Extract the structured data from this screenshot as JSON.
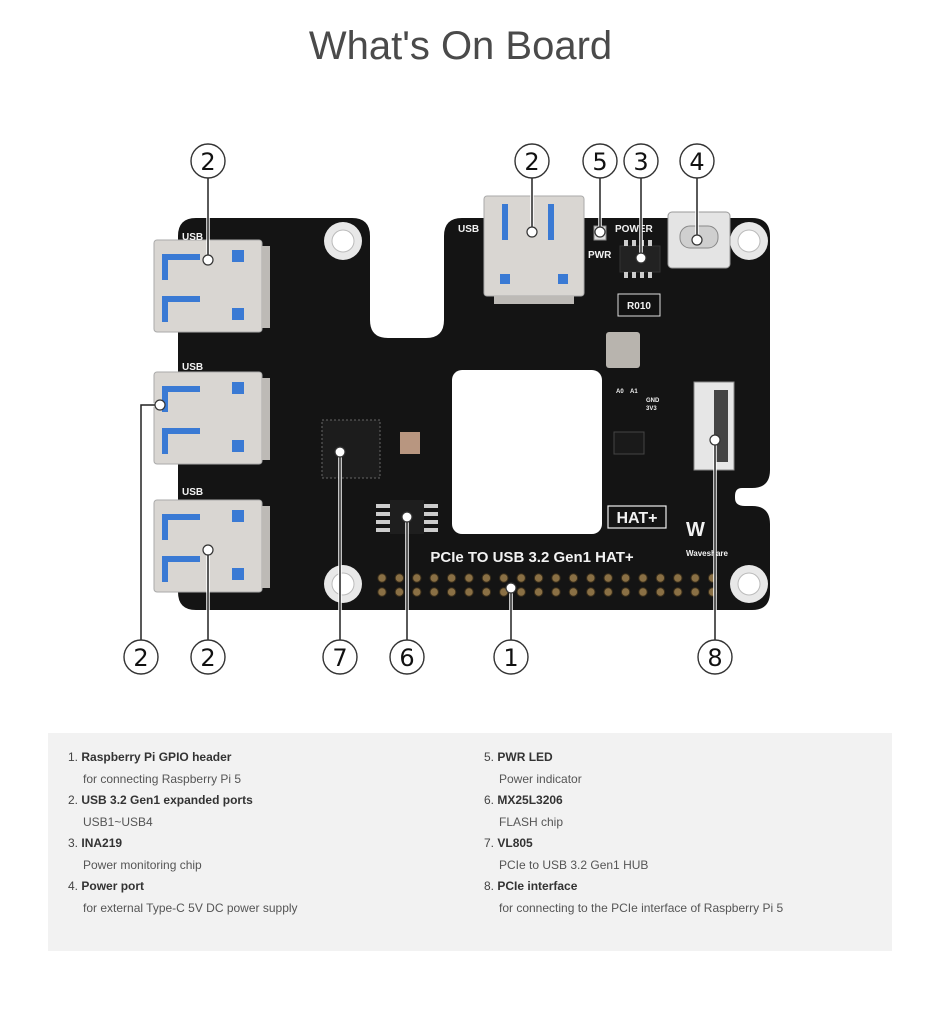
{
  "page": {
    "title": "What's On Board"
  },
  "board": {
    "product_label": "PCIe TO USB 3.2 Gen1 HAT+",
    "silkscreen": {
      "usb": "USB",
      "power": "POWER",
      "pwr": "PWR",
      "resistor": "R010",
      "hat_plus": "HAT+",
      "brand": "Waveshare",
      "a0": "A0",
      "a1": "A1",
      "gnd": "GND",
      "v33": "3V3"
    },
    "colors": {
      "pcb": "#141414",
      "usb_metal": "#d9d6d2",
      "usb_blue": "#3a7ad4",
      "mounting_ring": "#e8e8e8"
    }
  },
  "callouts": [
    {
      "number": "2",
      "target": "usb-port-top-left"
    },
    {
      "number": "2",
      "target": "usb-port-top-center"
    },
    {
      "number": "5",
      "target": "pwr-led"
    },
    {
      "number": "3",
      "target": "ina219-chip"
    },
    {
      "number": "4",
      "target": "type-c-port"
    },
    {
      "number": "2",
      "target": "usb-port-middle-left"
    },
    {
      "number": "2",
      "target": "usb-port-bottom-left"
    },
    {
      "number": "7",
      "target": "vl805-chip"
    },
    {
      "number": "6",
      "target": "flash-chip"
    },
    {
      "number": "1",
      "target": "gpio-header"
    },
    {
      "number": "8",
      "target": "pcie-connector"
    }
  ],
  "legend": {
    "items": [
      {
        "number": "1.",
        "title": "Raspberry Pi GPIO header",
        "description": "for connecting Raspberry Pi 5"
      },
      {
        "number": "2.",
        "title": "USB 3.2 Gen1 expanded ports",
        "description": "USB1~USB4"
      },
      {
        "number": "3.",
        "title": "INA219",
        "description": "Power monitoring chip"
      },
      {
        "number": "4.",
        "title": "Power port",
        "description": "for external Type-C 5V DC power supply"
      },
      {
        "number": "5.",
        "title": "PWR LED",
        "description": "Power indicator"
      },
      {
        "number": "6.",
        "title": "MX25L3206",
        "description": "FLASH chip"
      },
      {
        "number": "7.",
        "title": "VL805",
        "description": "PCIe to USB 3.2 Gen1 HUB"
      },
      {
        "number": "8.",
        "title": "PCIe interface",
        "description": "for connecting to the PCIe interface of Raspberry Pi 5"
      }
    ]
  }
}
